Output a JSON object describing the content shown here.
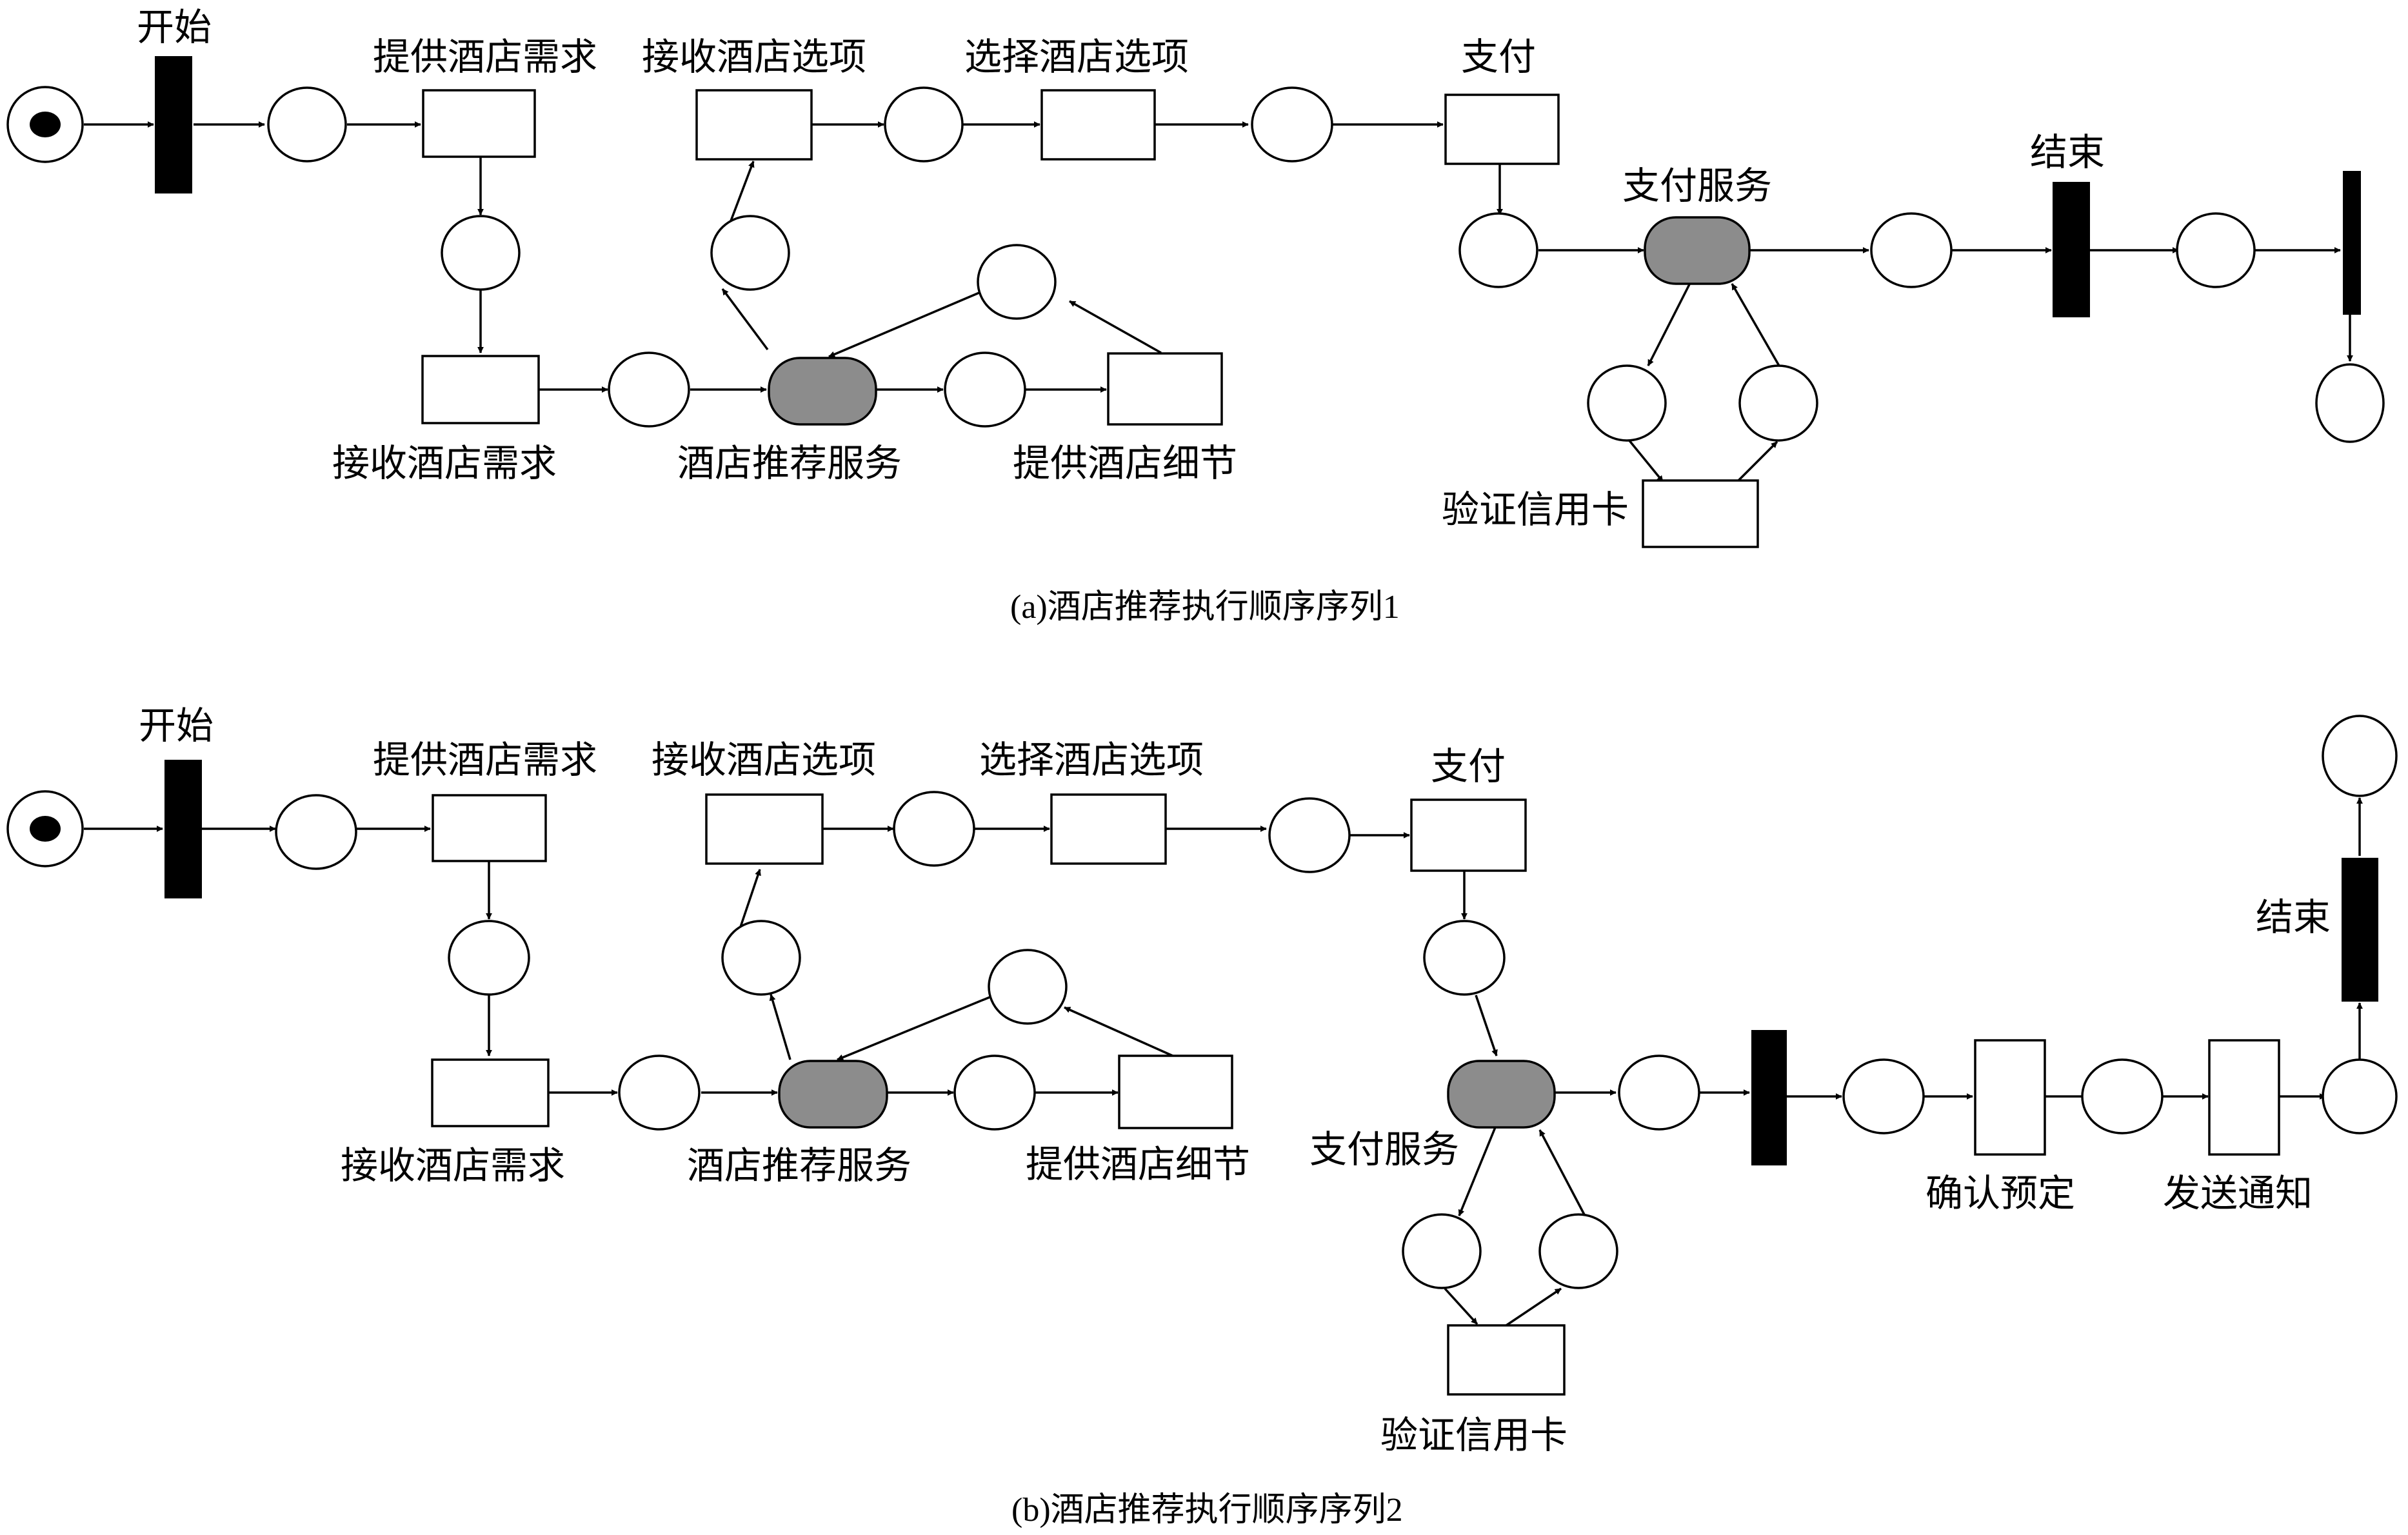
{
  "colors": {
    "service_fill": "#8c8c8c",
    "token": "#000000",
    "line": "#000000"
  },
  "diagram_a": {
    "caption": "(a)酒店推荐执行顺序序列1",
    "labels": {
      "start": "开始",
      "provide_hotel_request": "提供酒店需求",
      "receive_hotel_options": "接收酒店选项",
      "select_hotel_option": "选择酒店选项",
      "pay": "支付",
      "payment_service": "支付服务",
      "end": "结束",
      "receive_hotel_request": "接收酒店需求",
      "hotel_recommend_service": "酒店推荐服务",
      "provide_hotel_details": "提供酒店细节",
      "verify_credit_card": "验证信用卡"
    }
  },
  "diagram_b": {
    "caption": "(b)酒店推荐执行顺序序列2",
    "labels": {
      "start": "开始",
      "provide_hotel_request": "提供酒店需求",
      "receive_hotel_options": "接收酒店选项",
      "select_hotel_option": "选择酒店选项",
      "pay": "支付",
      "payment_service": "支付服务",
      "end": "结束",
      "receive_hotel_request": "接收酒店需求",
      "hotel_recommend_service": "酒店推荐服务",
      "provide_hotel_details": "提供酒店细节",
      "verify_credit_card": "验证信用卡",
      "confirm_booking": "确认预定",
      "send_notification": "发送通知"
    }
  }
}
